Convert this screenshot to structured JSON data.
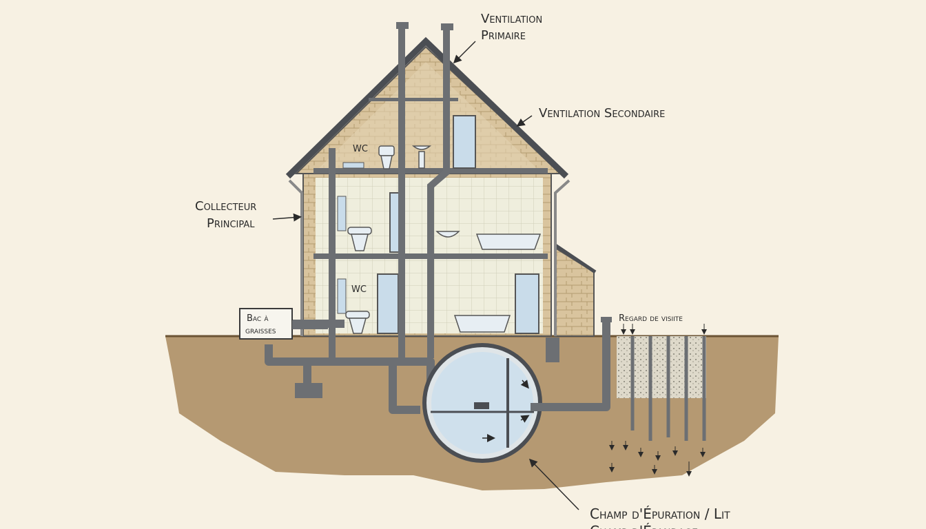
{
  "labels": {
    "ventilation_primaire_1": "Ventilation",
    "ventilation_primaire_2": "Primaire",
    "ventilation_secondaire": "Ventilation Secondaire",
    "collecteur_1": "Collecteur",
    "collecteur_2": "Principal",
    "bac_1": "Bac à",
    "bac_2": "graisses",
    "regard": "Regard de visiite",
    "wc_upper": "WC",
    "wc_lower": "WC",
    "champ_1": "Champ d'Épuration / Lit",
    "champ_2": "Champ d'Épandage"
  },
  "colors": {
    "paper": "#f7f1e3",
    "soil": "#a8875a",
    "pipe": "#6c6f73",
    "stone": "#d8c39c",
    "interior": "#eeeedb",
    "water": "#c9dcea",
    "gravel": "#cfd3cf"
  }
}
